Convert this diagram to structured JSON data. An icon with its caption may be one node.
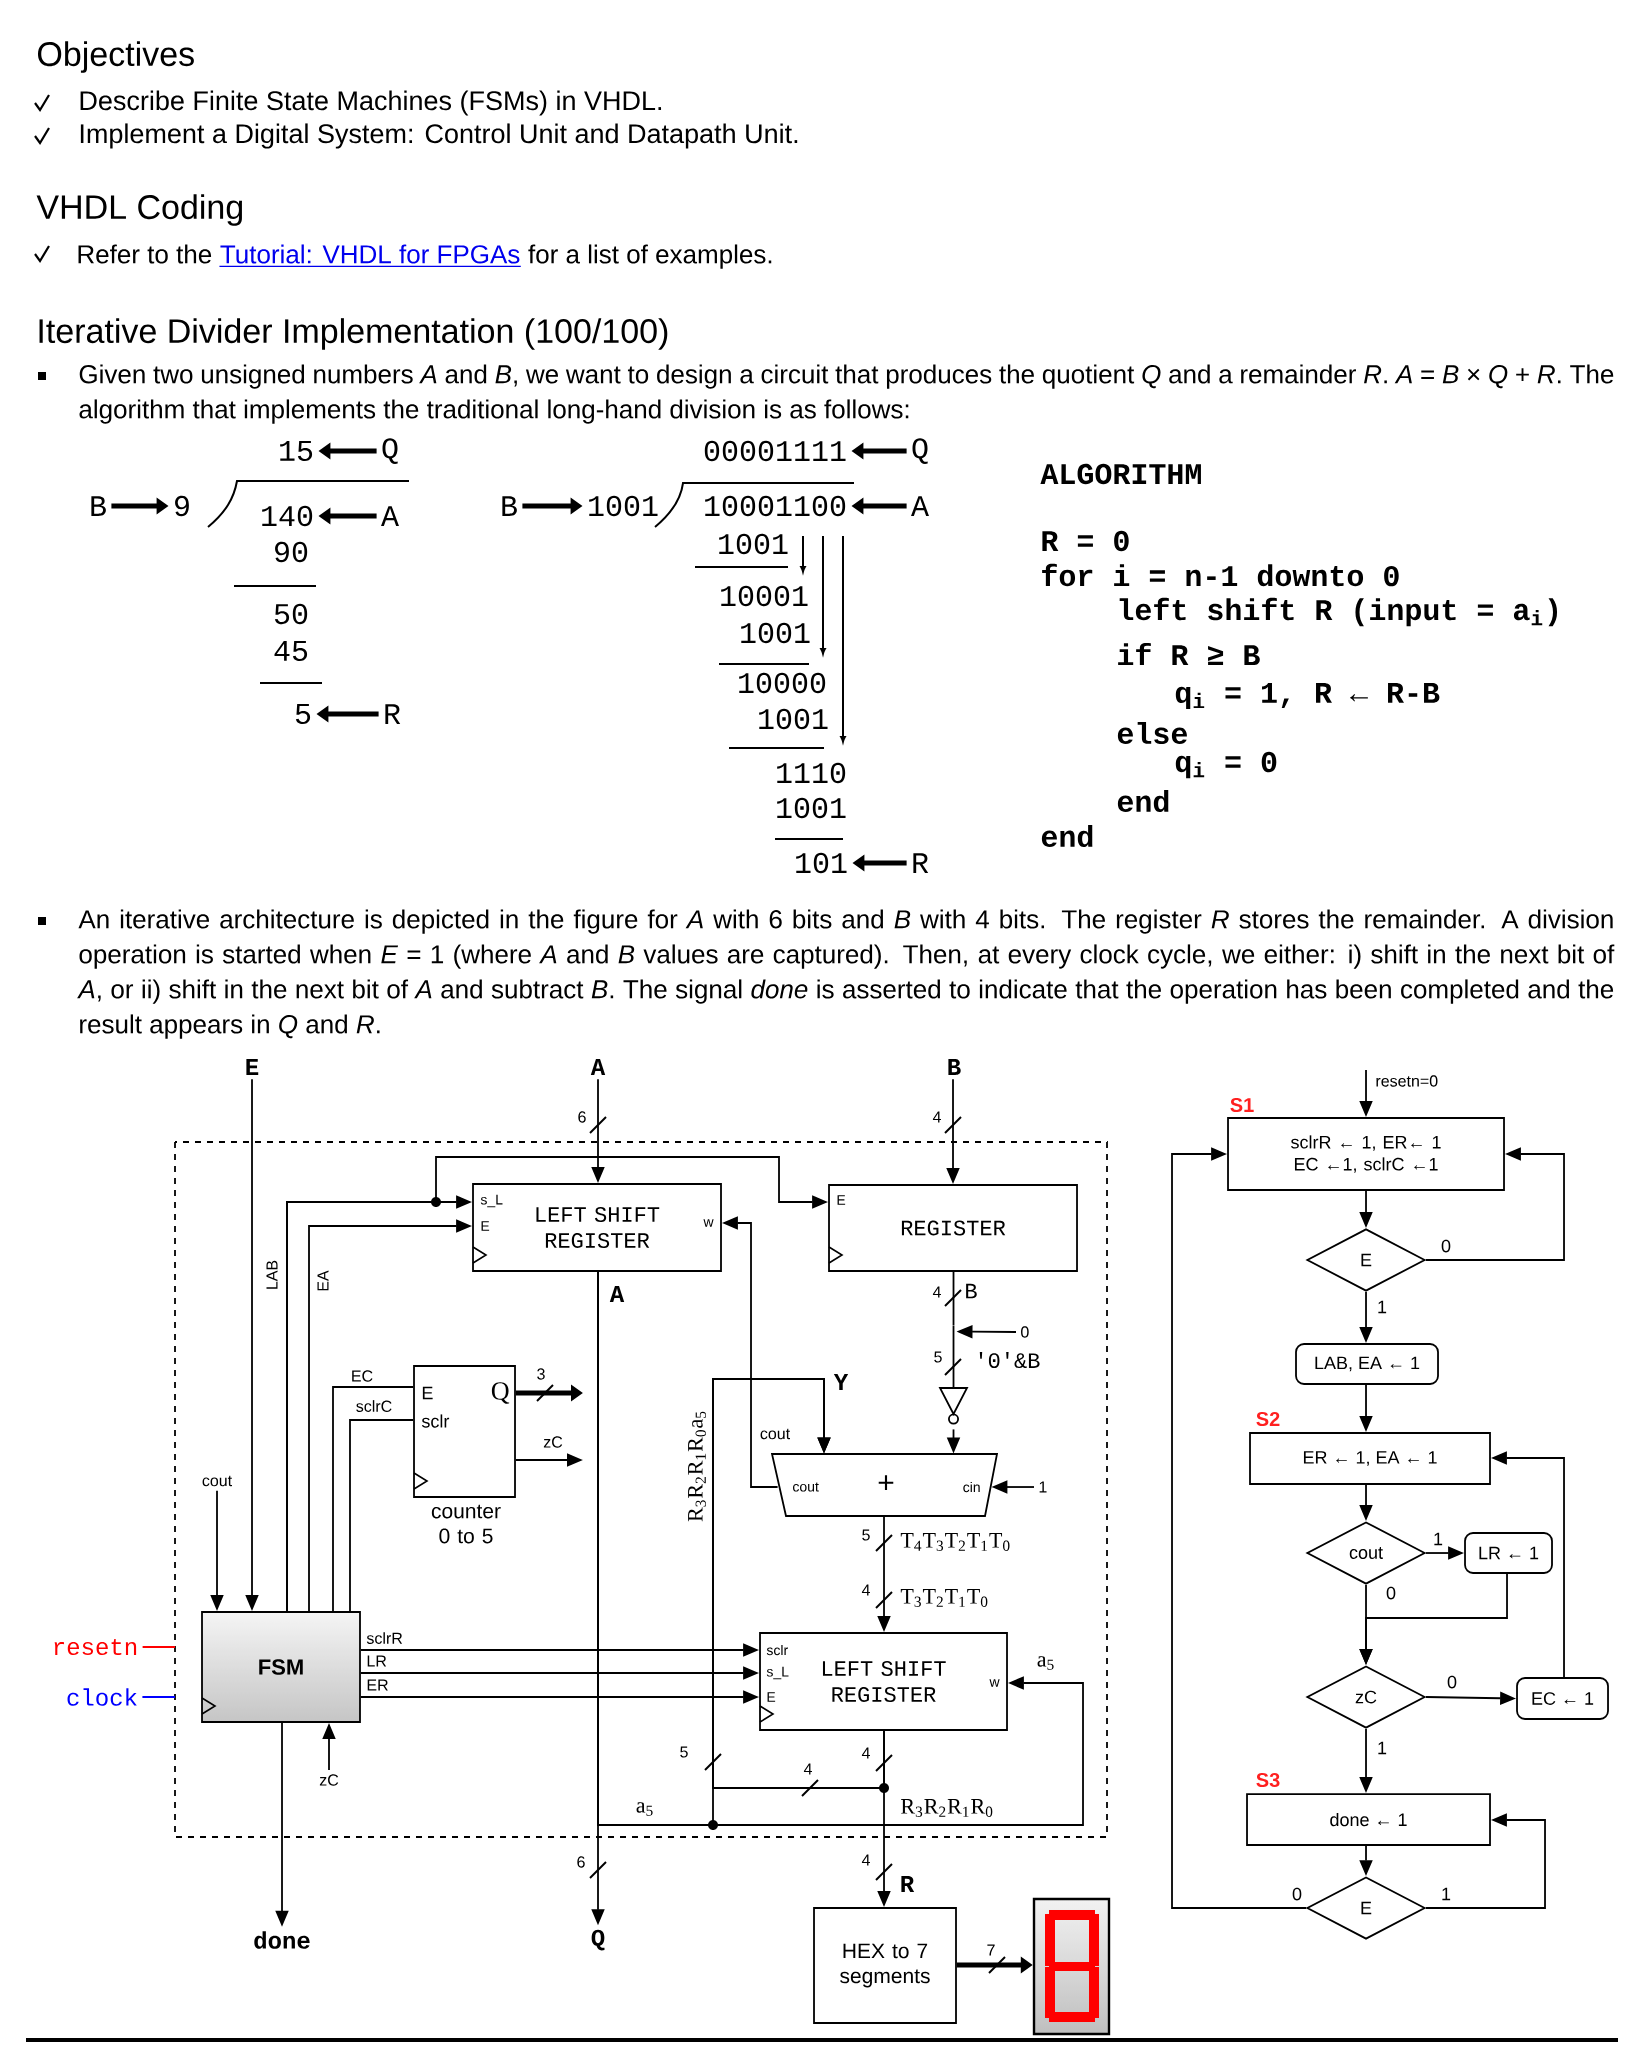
{
  "diagram": {
    "nodes": [
      {
        "text": [
          "15"
        ]
      },
      {
        "text": [
          "Q"
        ]
      },
      {
        "text": [
          "B"
        ]
      },
      {
        "text": [
          "9"
        ]
      },
      {
        "text": [
          "140"
        ]
      },
      {
        "text": [
          "A"
        ]
      },
      {
        "text": [
          "5"
        ]
      },
      {
        "text": [
          "R"
        ]
      },
      {
        "text": [
          "00001111"
        ]
      },
      {
        "text": [
          "Q"
        ]
      },
      {
        "text": [
          "B"
        ]
      },
      {
        "text": [
          "1001"
        ]
      },
      {
        "text": [
          "10001100"
        ]
      },
      {
        "text": [
          "A"
        ]
      },
      {
        "text": [
          "101"
        ]
      },
      {
        "text": [
          "R"
        ]
      },
      {
        "text": [
          "E"
        ]
      },
      {
        "text": [
          "A"
        ]
      },
      {
        "text": [
          "B"
        ]
      },
      {
        "text": [
          "LEFT SHIFT REGISTER",
          "s_L",
          "E",
          "w"
        ]
      },
      {
        "text": [
          "REGISTER",
          "E"
        ]
      },
      {
        "text": [
          "0"
        ]
      },
      {
        "text": [
          "E",
          "Q",
          "sclr",
          "counter 0 to 5"
        ]
      },
      {
        "text": [
          "cout"
        ]
      },
      {
        "text": [],
        "shape": "triangle"
      },
      {
        "text": [
          "cout",
          "+",
          "cin"
        ]
      },
      {
        "text": [
          "1"
        ]
      },
      {
        "text": [
          "sclr",
          "s_L",
          "E",
          "LEFT SHIFT REGISTER",
          "w"
        ]
      },
      {
        "text": [
          "resetn"
        ]
      },
      {
        "text": [
          "FSM"
        ]
      },
      {
        "text": [
          "clock"
        ]
      },
      {
        "text": [
          "zC"
        ]
      },
      {
        "text": [
          "done"
        ]
      },
      {
        "text": [
          "Q"
        ]
      },
      {
        "text": [
          "HEX to 7 segments"
        ]
      },
      {
        "text": [],
        "shape": "display"
      },
      {
        "text": [
          "sclrR ← 1, ER← 1 EC ←1, sclrC ←1"
        ],
        "beside": [
          "S1"
        ]
      },
      {
        "text": [
          "E"
        ]
      },
      {
        "text": [
          "LAB, EA ← 1"
        ]
      },
      {
        "text": [
          "ER ← 1, EA ← 1"
        ],
        "beside": [
          "S2"
        ]
      },
      {
        "text": [
          "cout"
        ]
      },
      {
        "text": [
          "LR ← 1"
        ]
      },
      {
        "text": [
          "zC"
        ]
      },
      {
        "text": [
          "EC ← 1"
        ]
      },
      {
        "text": [
          "done ← 1"
        ],
        "beside": [
          "S3"
        ]
      },
      {
        "text": [
          "E"
        ]
      }
    ],
    "edges": [
      {
        "from": 1,
        "to": 0,
        "arrow": "to",
        "style": "thick"
      },
      {
        "from": 2,
        "to": 3,
        "arrow": "to",
        "style": "thick"
      },
      {
        "from": 5,
        "to": 4,
        "arrow": "to",
        "style": "thick"
      },
      {
        "from": 7,
        "to": 6,
        "arrow": "to",
        "style": "thick"
      },
      {
        "from": 9,
        "to": 8,
        "arrow": "to",
        "style": "thick"
      },
      {
        "from": 10,
        "to": 11,
        "arrow": "to",
        "style": "thick"
      },
      {
        "from": 13,
        "to": 12,
        "arrow": "to",
        "style": "thick"
      },
      {
        "from": 15,
        "to": 14,
        "arrow": "to",
        "style": "thick"
      },
      {
        "from": 16,
        "to": 29,
        "arrow": "to"
      },
      {
        "from": 17,
        "to": 19,
        "arrow": "to"
      },
      {
        "from": 18,
        "to": 20,
        "arrow": "to"
      },
      {
        "from": 29,
        "to": 19,
        "arrow": "to",
        "label": "LAB"
      },
      {
        "from": 29,
        "to": 20,
        "arrow": "to"
      },
      {
        "from": 29,
        "to": 19,
        "arrow": "to",
        "label": "EA"
      },
      {
        "from": 29,
        "to": 22,
        "arrow": "none",
        "label": "EC"
      },
      {
        "from": 29,
        "to": 22,
        "arrow": "none",
        "label": "sclrC"
      },
      {
        "from": 22,
        "to": null,
        "arrow": "to",
        "label": "3",
        "style": "thick"
      },
      {
        "from": 22,
        "to": null,
        "arrow": "to",
        "label": "zC"
      },
      {
        "from": 23,
        "to": 29,
        "arrow": "to"
      },
      {
        "from": 20,
        "to": 24,
        "arrow": "none",
        "label": "B"
      },
      {
        "from": 21,
        "to": 24,
        "arrow": "to"
      },
      {
        "from": 24,
        "to": 25,
        "arrow": "to"
      },
      {
        "from": 26,
        "to": 25,
        "arrow": "to"
      },
      {
        "from": 25,
        "to": 19,
        "arrow": "to",
        "label": "cout"
      },
      {
        "from": 25,
        "to": 27,
        "arrow": "to",
        "label": "T$_{3}$T$_{2}$T$_{1}$T$_{0}$"
      },
      {
        "from": 28,
        "to": null,
        "arrow": "none",
        "color": "#ff0000"
      },
      {
        "from": 30,
        "to": null,
        "arrow": "none",
        "color": "#0000ff"
      },
      {
        "from": 29,
        "to": 27,
        "arrow": "to",
        "label": "sclrR"
      },
      {
        "from": 29,
        "to": 27,
        "arrow": "to",
        "label": "LR"
      },
      {
        "from": 29,
        "to": 27,
        "arrow": "to",
        "label": "ER"
      },
      {
        "from": 31,
        "to": 29,
        "arrow": "to"
      },
      {
        "from": 29,
        "to": 32,
        "arrow": "to"
      },
      {
        "from": 19,
        "to": 33,
        "arrow": "to",
        "label": "A"
      },
      {
        "from": 19,
        "to": 27,
        "arrow": "to",
        "label": "a$_{5}$"
      },
      {
        "from": 19,
        "to": 25,
        "arrow": "to"
      },
      {
        "from": 27,
        "to": 25,
        "arrow": "to",
        "label": "Y"
      },
      {
        "from": 27,
        "to": 34,
        "arrow": "to",
        "label": "R"
      },
      {
        "from": 34,
        "to": 35,
        "arrow": "to",
        "style": "thick"
      },
      {
        "from": null,
        "to": 36,
        "arrow": "to",
        "label": "resetn=0"
      },
      {
        "from": 36,
        "to": 37,
        "arrow": "to"
      },
      {
        "from": 37,
        "to": 36,
        "arrow": "to",
        "label": "0"
      },
      {
        "from": 37,
        "to": 38,
        "arrow": "to",
        "label": "1"
      },
      {
        "from": 38,
        "to": 39,
        "arrow": "to"
      },
      {
        "from": 39,
        "to": 40,
        "arrow": "to"
      },
      {
        "from": 40,
        "to": 41,
        "arrow": "to",
        "label": "1"
      },
      {
        "from": 40,
        "to": 42,
        "arrow": "to",
        "label": "0"
      },
      {
        "from": 41,
        "to": 42,
        "arrow": "to"
      },
      {
        "from": 42,
        "to": 43,
        "arrow": "to",
        "label": "0"
      },
      {
        "from": 43,
        "to": 39,
        "arrow": "to"
      },
      {
        "from": 42,
        "to": 44,
        "arrow": "to",
        "label": "1"
      },
      {
        "from": 44,
        "to": 45,
        "arrow": "to"
      },
      {
        "from": 45,
        "to": 44,
        "arrow": "to",
        "label": "1"
      },
      {
        "from": 45,
        "to": 36,
        "arrow": "to",
        "label": "0"
      }
    ],
    "labels": [
      "Objectives",
      "Describe Finite State Machines (FSMs) in VHDL.",
      "Implement a Digital System: Control Unit and Datapath Unit.",
      "VHDL Coding",
      "Refer to the",
      "Tutorial: VHDL for FPGAs",
      "for a list of examples.",
      "Iterative Divider Implementation (100/100)",
      "Given two unsigned numbers *A* and *B*, we want to design a circuit that produces the quotient *Q* and a remainder *R*. *A* = *B* × *Q* + *R*. The algorithm that implements the traditional long-hand division is as follows:",
      "90",
      "50",
      "45",
      "1001",
      "10001",
      "1001",
      "10000",
      "1001",
      "1110",
      "1001",
      "ALGORITHM",
      "R = 0",
      "for i = n-1 downto 0",
      "left shift R (input = a$_{i}$)",
      "if R ≥ B",
      "q$_{i}$ = 1, R ← R-B",
      "else",
      "q$_{i}$ = 0",
      "end",
      "end",
      "An iterative architecture is depicted in the figure for *A* with 6 bits and *B* with 4 bits. The register *R* stores the remainder. A division operation is started when *E* = 1 (where *A* and *B* values are captured). Then, at every clock cycle, we either: i) shift in the next bit of *A*, or ii) shift in the next bit of *A* and subtract *B*. The signal *done* is asserted to indicate that the operation has been completed and the result appears in *Q* and *R*.",
      "6",
      "4",
      "4",
      "5",
      "'0'&B",
      "R$_{3}$R$_{2}$R$_{1}$R$_{0}$a$_{5}$",
      "5",
      "T$_{4}$T$_{3}$T$_{2}$T$_{1}$T$_{0}$",
      "4",
      "5",
      "4",
      "4",
      "a$_{5}$",
      "R$_{3}$R$_{2}$R$_{1}$R$_{0}$",
      "6",
      "4",
      "7"
    ]
  }
}
